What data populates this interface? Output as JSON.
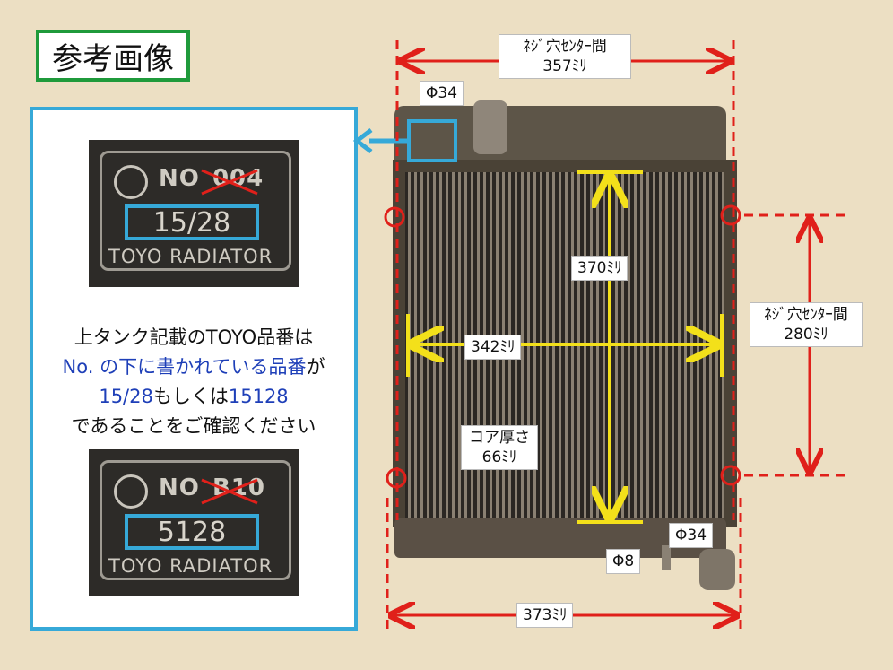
{
  "title": "参考画像",
  "plate_top": {
    "no": "NO",
    "crossed": "004",
    "number": "15/28",
    "brand": "TOYO RADIATOR"
  },
  "plate_bottom": {
    "no": "NO",
    "crossed": "B10",
    "number": "5128",
    "brand": "TOYO RADIATOR"
  },
  "note": {
    "line1": "上タンク記載のTOYO品番は",
    "line2_blue": "No. の下に書かれている品番",
    "line2_end": "が",
    "line3_blue1": "15/28",
    "line3_mid": "もしくは",
    "line3_blue2": "15128",
    "line4": "であることをご確認ください"
  },
  "dimensions": {
    "top_pitch": {
      "label": "ﾈｼﾞ穴ｾﾝﾀｰ間",
      "value": "357ﾐﾘ"
    },
    "side_pitch": {
      "label": "ﾈｼﾞ穴ｾﾝﾀｰ間",
      "value": "280ﾐﾘ"
    },
    "inlet": "Φ34",
    "outlet": "Φ34",
    "drain": "Φ8",
    "core_height": "370ﾐﾘ",
    "core_width": "342ﾐﾘ",
    "core_thickness": {
      "label": "コア厚さ",
      "value": "66ﾐﾘ"
    },
    "overall_width": "373ﾐﾘ"
  },
  "colors": {
    "accent_red": "#e0201a",
    "accent_yellow": "#f3e01a",
    "accent_blue": "#36a9d8",
    "accent_green": "#1f9a3b",
    "note_blue": "#1e3fb8"
  }
}
